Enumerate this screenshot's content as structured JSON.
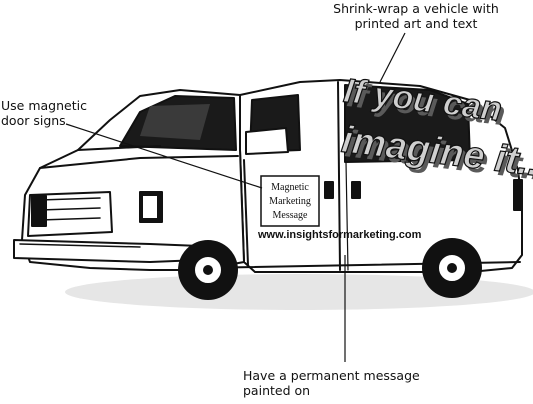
{
  "callouts": {
    "shrink_wrap": {
      "line1": "Shrink-wrap a vehicle with",
      "line2": "printed art and text"
    },
    "magnetic_signs": {
      "line1": "Use magnetic",
      "line2": "door signs"
    },
    "painted_message": {
      "line1": "Have a permanent message",
      "line2": "painted on"
    }
  },
  "van": {
    "wrap_text_line1": "If you can",
    "wrap_text_line2": "imagine it...",
    "magnetic_sign_line1": "Magnetic",
    "magnetic_sign_line2": "Marketing",
    "magnetic_sign_line3": "Message",
    "painted_url": "www.insightsformarketing.com"
  },
  "colors": {
    "ink": "#111111",
    "paper": "#ffffff",
    "wrap_shadow": "#5a5a5a",
    "wrap_face": "#cfcfcf"
  }
}
